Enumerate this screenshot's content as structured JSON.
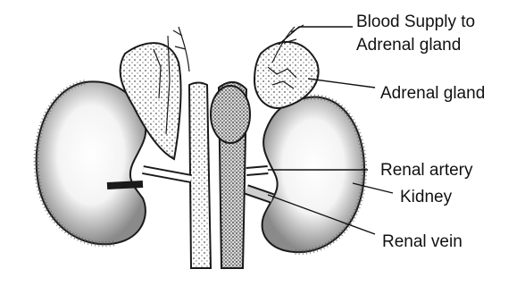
{
  "labels": {
    "blood_supply_line1": "Blood Supply to",
    "blood_supply_line2": "Adrenal gland",
    "adrenal_gland": "Adrenal gland",
    "renal_artery": "Renal artery",
    "kidney": "Kidney",
    "renal_vein": "Renal vein"
  }
}
